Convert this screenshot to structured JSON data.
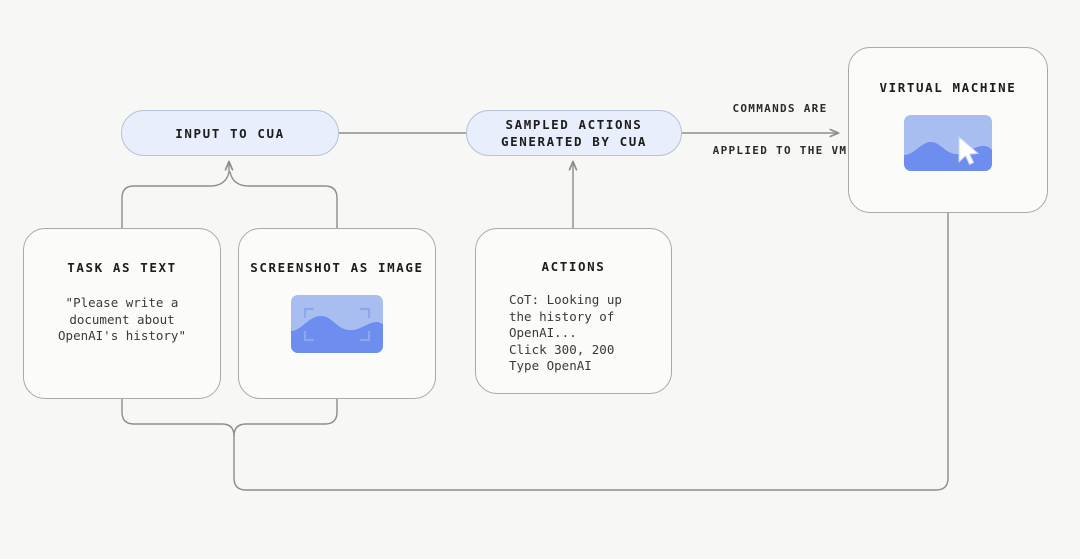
{
  "diagram": {
    "title": "CUA loop diagram",
    "background_color": "#f7f7f6",
    "pill_fill": "#e8eefb",
    "pill_stroke": "#b9c2d6",
    "node_fill": "#fbfbfa",
    "node_stroke": "#a9a9a9",
    "edge_color": "#8d8d8b",
    "image_light_blue": "#a9bef0",
    "image_dark_blue": "#6d8eef"
  },
  "nodes": {
    "input_to_cua": {
      "label": "INPUT TO CUA"
    },
    "sampled_actions": {
      "line1": "SAMPLED ACTIONS",
      "line2": "GENERATED BY CUA"
    },
    "virtual_machine": {
      "title": "VIRTUAL MACHINE",
      "icon": "screenshot-with-cursor-icon"
    },
    "task_as_text": {
      "title": "TASK AS TEXT",
      "body": "\"Please write a\ndocument about\nOpenAI's history\""
    },
    "screenshot_as_image": {
      "title": "SCREENSHOT AS IMAGE",
      "icon": "screenshot-frame-icon"
    },
    "actions": {
      "title": "ACTIONS",
      "body": "CoT: Looking up\nthe history of\nOpenAI...\nClick 300, 200\nType OpenAI"
    }
  },
  "edges": {
    "commands_applied": {
      "line1": "COMMANDS ARE",
      "line2": "APPLIED TO THE VM"
    }
  }
}
